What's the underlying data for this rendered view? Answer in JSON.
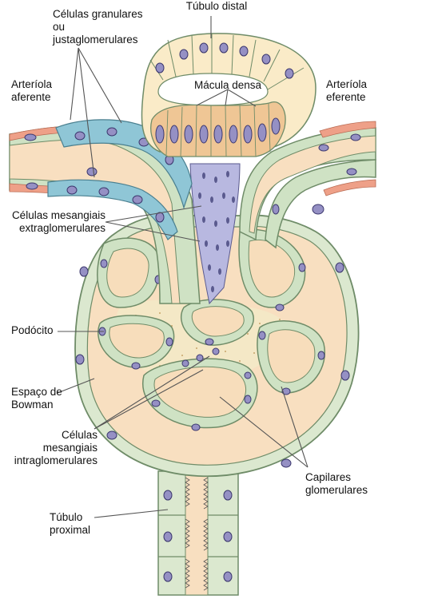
{
  "labels": {
    "tubulo_distal": "Túbulo distal",
    "celulas_granulares": "Células granulares\nou\njustaglomerulares",
    "macula_densa": "Mácula densa",
    "arteriola_aferente": "Arteríola\naferente",
    "arteriola_eferente": "Arteríola\neferente",
    "celulas_mesangiais_extra": "Células mesangiais\nextraglomerulares",
    "podocito": "Podócito",
    "espaco_bowman": "Espaço de\nBowman",
    "celulas_mesangiais_intra": "Células\nmesangiais\nintraglomerulares",
    "capilares_glomerulares": "Capilares\nglomerulares",
    "tubulo_proximal": "Túbulo\nproximal"
  },
  "colors": {
    "bowman_fill": "#f8dfc0",
    "capsule_wall": "#dbe8cf",
    "capsule_outline": "#6f8c68",
    "capillary_wall": "#cfe2c4",
    "capillary_lumen": "#f7ddbb",
    "mesangium": "#f4e8c6",
    "mesangium_dots": "#c7a56a",
    "extraglomerular": "#b8b8e0",
    "granular_cells": "#8fc6d6",
    "distal_tubule": "#faebc8",
    "macula_densa": "#efc695",
    "arteriole_red": "#eea088",
    "arteriole_wall": "#cfe2c4",
    "nucleus": "#9590c4",
    "nucleus_outline": "#3c386e",
    "line": "#555555"
  }
}
